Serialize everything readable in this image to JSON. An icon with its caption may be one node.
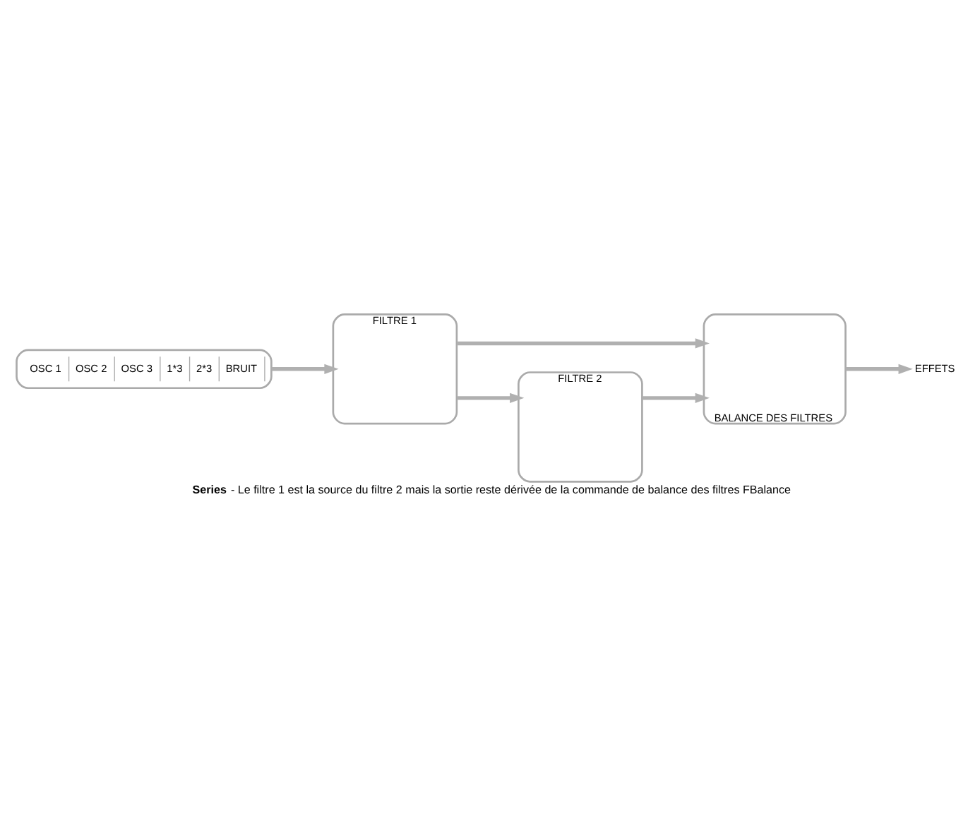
{
  "diagram": {
    "caption": "**Series** - Le filtre 1 est la source du filtre 2 mais la sortie reste dérivée de la commande de balance des filtres FBalance",
    "nodes": [
      {
        "text": [
          "OSC 1",
          "OSC 2",
          "OSC 3",
          "1*3",
          "2*3",
          "BRUIT"
        ]
      },
      {
        "text": [
          "FILTRE 1"
        ]
      },
      {
        "text": [
          "BALANCE DES FILTRES"
        ]
      },
      {
        "text": [
          "FILTRE 2"
        ]
      },
      {
        "text": [
          "EFFETS"
        ]
      }
    ],
    "edges": [
      {
        "from": 0,
        "to": 1,
        "arrow": "to"
      },
      {
        "from": 1,
        "to": 2,
        "arrow": "to"
      },
      {
        "from": 1,
        "to": 3,
        "arrow": "to"
      },
      {
        "from": 3,
        "to": 2,
        "arrow": "to"
      },
      {
        "from": 2,
        "to": 4,
        "arrow": "to"
      }
    ]
  }
}
